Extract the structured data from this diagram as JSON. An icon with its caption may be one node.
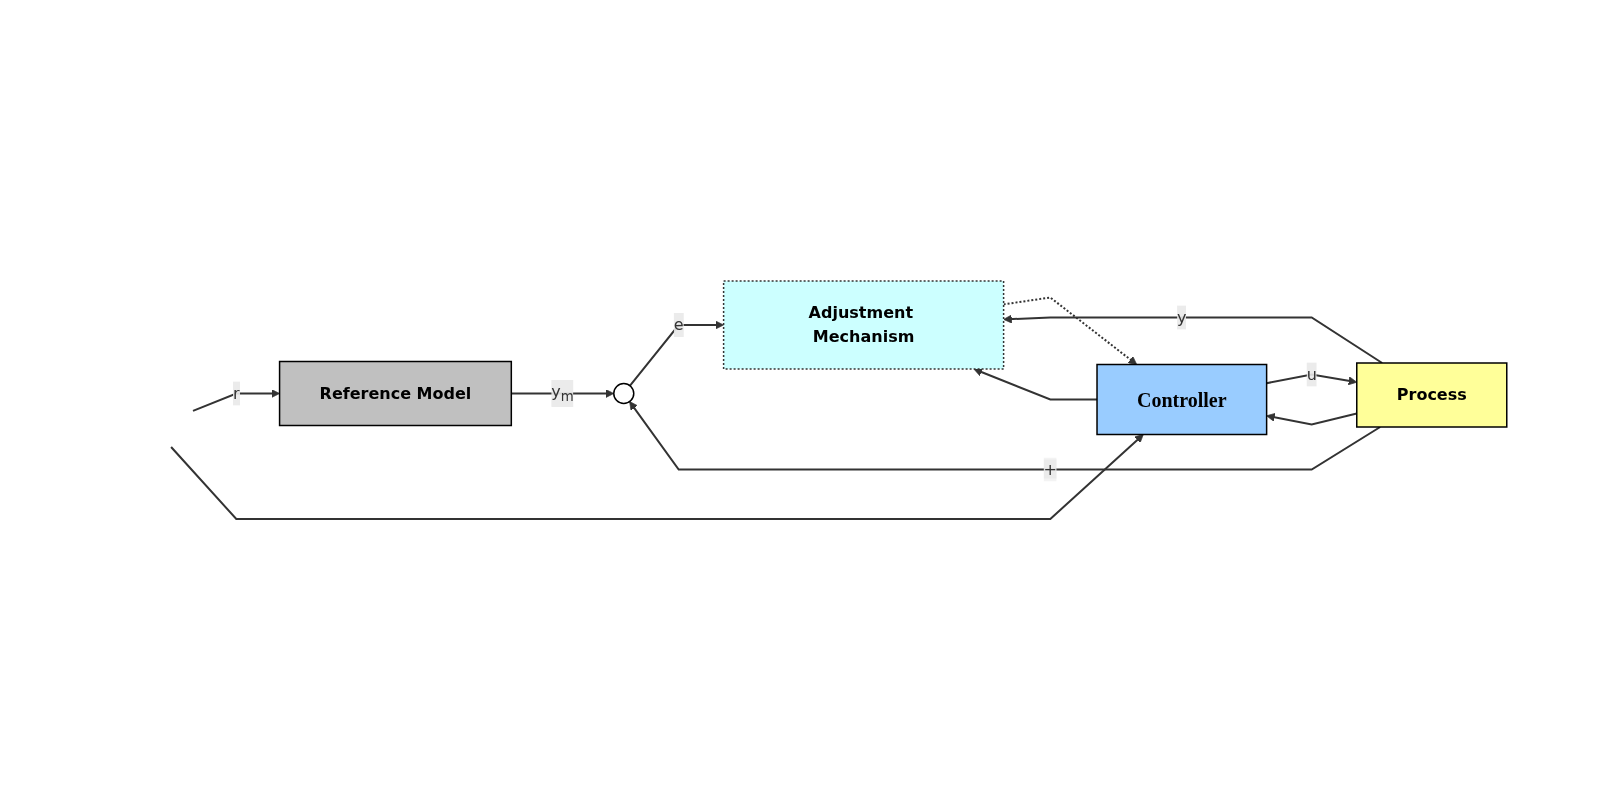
{
  "diagram": {
    "nodes": [
      {
        "text": [
          "Reference Model"
        ]
      },
      {
        "text": [
          "Adjustment Mechanism"
        ]
      },
      {
        "text": [
          "Controller"
        ]
      },
      {
        "text": [
          "Process"
        ]
      },
      {
        "text": [],
        "shape": "circle"
      }
    ],
    "edges": [
      {
        "from": null,
        "to": 0,
        "arrow": "to",
        "label": "r"
      },
      {
        "from": null,
        "to": 2,
        "arrow": "to"
      },
      {
        "from": 0,
        "to": 4,
        "arrow": "to",
        "label": "y$_{m}$"
      },
      {
        "from": 4,
        "to": 1,
        "arrow": "to",
        "label": "e"
      },
      {
        "from": 3,
        "to": 1,
        "arrow": "to",
        "label": "y"
      },
      {
        "from": 3,
        "to": 4,
        "arrow": "to",
        "label": "+"
      },
      {
        "from": 2,
        "to": 3,
        "arrow": "to",
        "label": "u"
      },
      {
        "from": 2,
        "to": 1,
        "arrow": "to"
      },
      {
        "from": 3,
        "to": 2,
        "arrow": "to"
      },
      {
        "from": 1,
        "to": 2,
        "arrow": "to",
        "style": "dashed"
      }
    ]
  }
}
